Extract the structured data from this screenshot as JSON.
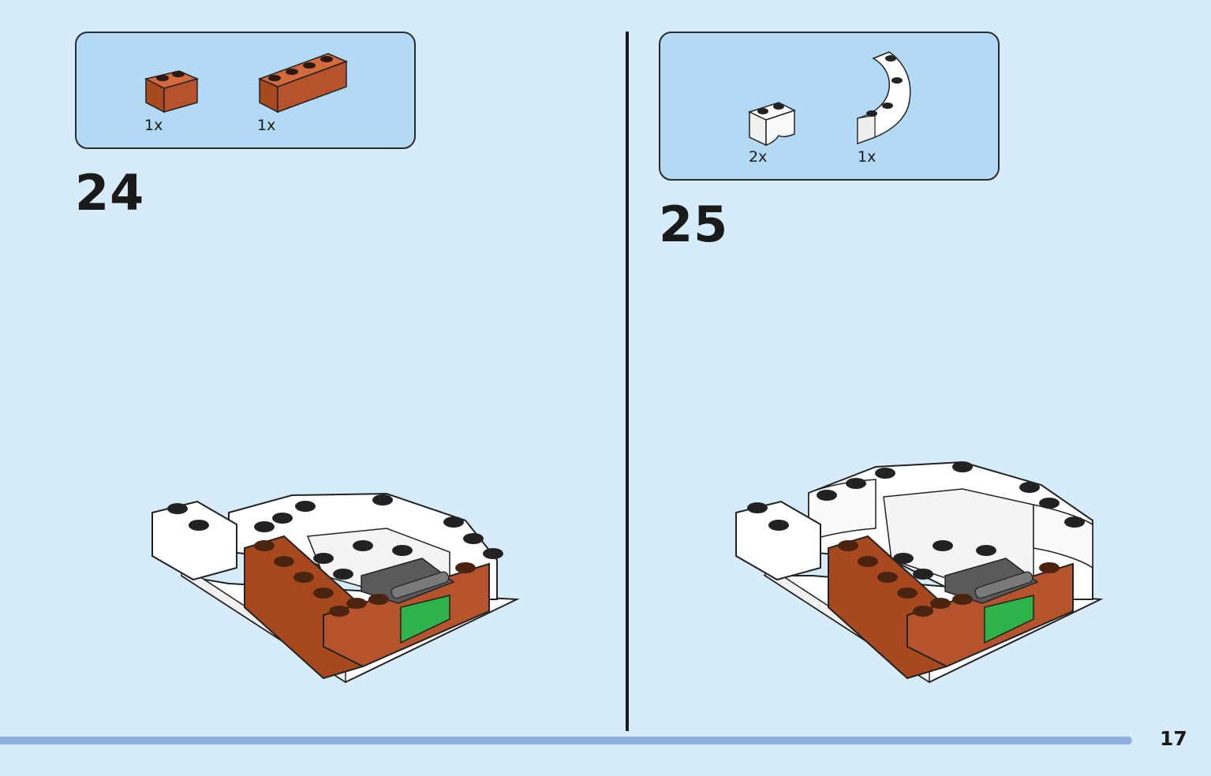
{
  "steps": [
    {
      "number": "24",
      "parts": [
        {
          "qty": "1x",
          "icon": "brown-brick-1x2-icon",
          "color": "#b5532c"
        },
        {
          "qty": "1x",
          "icon": "brown-brick-1x4-icon",
          "color": "#b5532c"
        }
      ]
    },
    {
      "number": "25",
      "parts": [
        {
          "qty": "2x",
          "icon": "white-brick-round-1x2-icon",
          "color": "#ffffff"
        },
        {
          "qty": "1x",
          "icon": "white-arch-curved-icon",
          "color": "#ffffff"
        }
      ]
    }
  ],
  "page": {
    "number": "17"
  },
  "colors": {
    "background": "#d6ecfb",
    "parts_box": "#b3d9f5",
    "brown": "#b5532c",
    "green": "#2db34a",
    "gray": "#5a5a5a",
    "progress": "#8fb0de"
  }
}
